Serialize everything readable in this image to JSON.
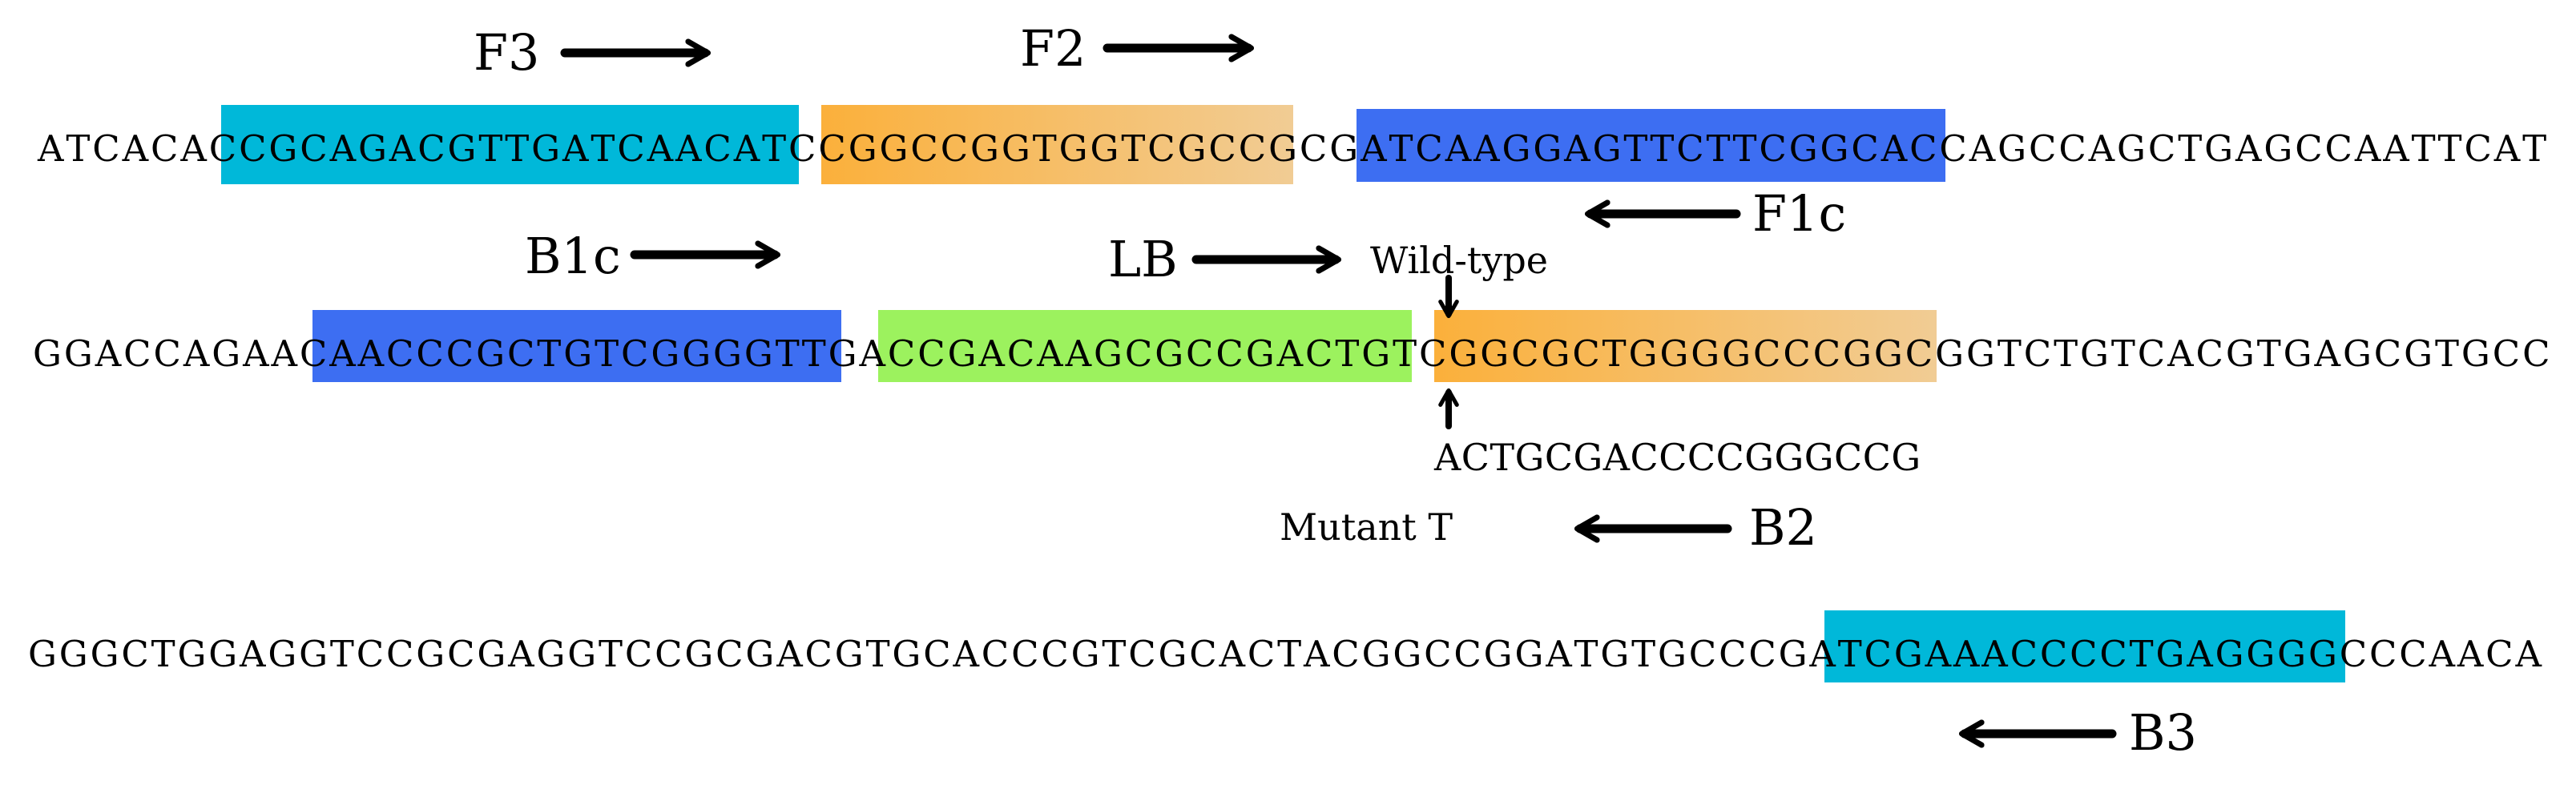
{
  "sequences": [
    "ATCACACCGCAGACGTTGATCAACATCCGGCCGGTGGTCGCCGCGATCAAGGAGTTCTTCGGCACCAGCCAGCTGAGCCAATTCAT",
    "GGACCAGAACAACCCGCTGTCGGGGTTGACCGACAAGCGCCGACTGTCGGCGCTGGGGCCCGGCGGTCTGTCACGTGAGCGTGCC",
    "GGGCTGGAGGTCCGCGAGGTCCGCGACGTGCACCCGTCGCACTACGGCCGGATGTGCCCGATCGAAACCCCTGAGGGGCCCAACA"
  ],
  "primers": {
    "F3": "F3",
    "F2": "F2",
    "F1c": "F1c",
    "B1c": "B1c",
    "LB": "LB",
    "B2": "B2",
    "B3": "B3"
  },
  "annotations": {
    "wild_type": "Wild-type",
    "mutant": "Mutant T",
    "mutant_sequence": "ACTGCGACCCCGGGCCG"
  },
  "colors": {
    "cyan": "#00b8d9",
    "blue": "#3d6ef2",
    "green": "#9cf25e",
    "orange_start": "#fbb03b",
    "orange_end": "#f1cc94",
    "arrow": "#000000"
  }
}
